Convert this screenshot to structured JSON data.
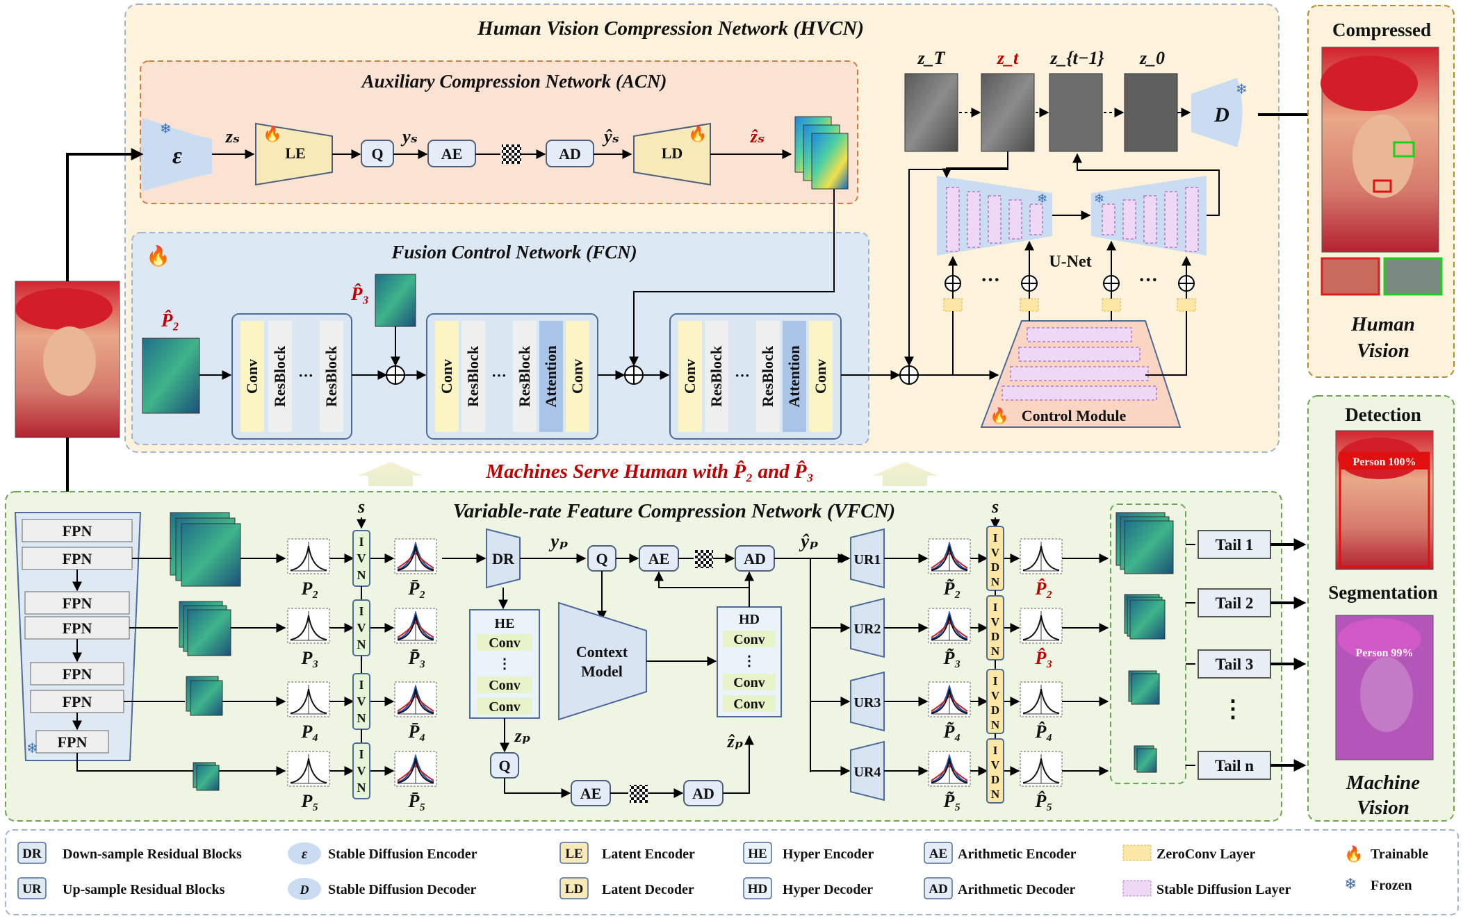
{
  "titles": {
    "hvcn": "Human Vision Compression Network (HVCN)",
    "acn": "Auxiliary Compression Network (ACN)",
    "fcn": "Fusion Control Network (FCN)",
    "vfcn": "Variable-rate Feature Compression Network (VFCN)",
    "machines_serve": "Machines Serve Human with P̂₂ and P̂₃"
  },
  "acn": {
    "enc": "ε",
    "zs": "zₛ",
    "le": "LE",
    "q": "Q",
    "ys": "yₛ",
    "ae": "AE",
    "ad": "AD",
    "ys_hat": "ŷₛ",
    "ld": "LD",
    "zs_hat": "ẑₛ"
  },
  "diffusion": {
    "zT": "z_T",
    "zt": "z_t",
    "zt1": "z_{t−1}",
    "z0": "z_0",
    "dec": "D",
    "unet": "U-Net",
    "control": "Control Module",
    "dots": "···"
  },
  "fcn": {
    "p2": "P̂₂",
    "p3": "P̂₃",
    "block1": [
      "Conv",
      "ResBlock",
      "···",
      "ResBlock"
    ],
    "block2": [
      "Conv",
      "ResBlock",
      "···",
      "ResBlock",
      "Attention",
      "Conv"
    ],
    "block3": [
      "Conv",
      "ResBlock",
      "···",
      "ResBlock",
      "Attention",
      "Conv"
    ]
  },
  "right_panel": {
    "compressed": "Compressed",
    "human_vision_1": "Human",
    "human_vision_2": "Vision",
    "detection": "Detection",
    "segmentation": "Segmentation",
    "det_label": "Person 100%",
    "seg_label": "Person 99%",
    "machine_vision_1": "Machine",
    "machine_vision_2": "Vision"
  },
  "vfcn": {
    "fpn": "FPN",
    "s": "s",
    "ivn": "IVN",
    "ivdn": "IVDN",
    "p_labels": [
      "P₂",
      "P₃",
      "P₄",
      "P₅"
    ],
    "pbar_labels": [
      "P̄₂",
      "P̄₃",
      "P̄₄",
      "P̄₅"
    ],
    "ptilde_labels": [
      "P̃₂",
      "P̃₃",
      "P̃₄",
      "P̃₅"
    ],
    "phat_labels": [
      "P̂₂",
      "P̂₃",
      "P̂₄",
      "P̂₅"
    ],
    "dr": "DR",
    "yp": "yₚ",
    "q": "Q",
    "ae": "AE",
    "ad": "AD",
    "yp_hat": "ŷₚ",
    "he": "HE",
    "hd": "HD",
    "conv": "Conv",
    "vdots": "⋮",
    "zp": "zₚ",
    "zp_hat": "ẑₚ",
    "context": [
      "Context",
      "Model"
    ],
    "ur": [
      "UR1",
      "UR2",
      "UR3",
      "UR4"
    ],
    "tails": [
      "Tail 1",
      "Tail 2",
      "Tail 3",
      "Tail n"
    ]
  },
  "legend": [
    {
      "abbr": "DR",
      "text": "Down-sample Residual Blocks"
    },
    {
      "abbr": "UR",
      "text": "Up-sample Residual Blocks"
    },
    {
      "abbr": "ε",
      "text": "Stable Diffusion Encoder"
    },
    {
      "abbr": "D",
      "text": "Stable Diffusion Decoder"
    },
    {
      "abbr": "LE",
      "text": "Latent Encoder"
    },
    {
      "abbr": "LD",
      "text": "Latent Decoder"
    },
    {
      "abbr": "HE",
      "text": "Hyper Encoder"
    },
    {
      "abbr": "HD",
      "text": "Hyper Decoder"
    },
    {
      "abbr": "AE",
      "text": "Arithmetic Encoder"
    },
    {
      "abbr": "AD",
      "text": "Arithmetic Decoder"
    },
    {
      "abbr": "",
      "text": "ZeroConv Layer"
    },
    {
      "abbr": "",
      "text": "Stable Diffusion Layer"
    },
    {
      "abbr": "",
      "text": "Trainable"
    },
    {
      "abbr": "",
      "text": "Frozen"
    }
  ],
  "colors": {
    "hvcn_bg": "#fdf3dc",
    "acn_bg": "#fbe3d3",
    "fcn_bg": "#dde8f5",
    "vfcn_bg": "#eef5e3",
    "accent_red": "#c00000",
    "zeroconv": "#fde7a6",
    "sd_layer": "#efd8f5"
  }
}
